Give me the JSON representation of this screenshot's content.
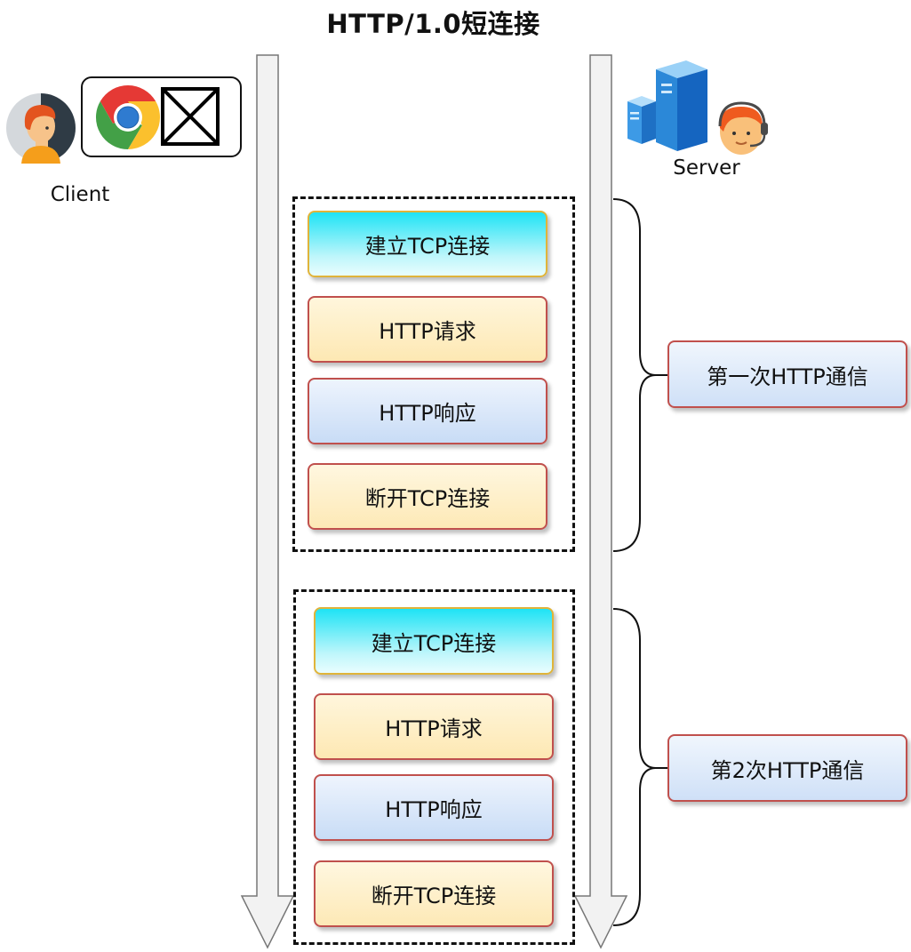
{
  "title": "HTTP/1.0短连接",
  "client": {
    "label": "Client"
  },
  "server": {
    "label": "Server"
  },
  "groups": [
    {
      "steps": [
        "建立TCP连接",
        "HTTP请求",
        "HTTP响应",
        "断开TCP连接"
      ],
      "comm_label": "第一次HTTP通信"
    },
    {
      "steps": [
        "建立TCP连接",
        "HTTP请求",
        "HTTP响应",
        "断开TCP连接"
      ],
      "comm_label": "第2次HTTP通信"
    }
  ],
  "icons": {
    "client_person": "person-avatar-icon",
    "browser": "chrome-browser-icon",
    "close_window": "x-box-icon",
    "server": "server-tower-icon",
    "server_agent": "headset-agent-icon"
  },
  "colors": {
    "connect_fill": "#1ee3f5",
    "request_fill": "#fde8b3",
    "response_fill": "#c8dcf6",
    "box_border": "#c0504d",
    "connect_border": "#e0b43a"
  }
}
